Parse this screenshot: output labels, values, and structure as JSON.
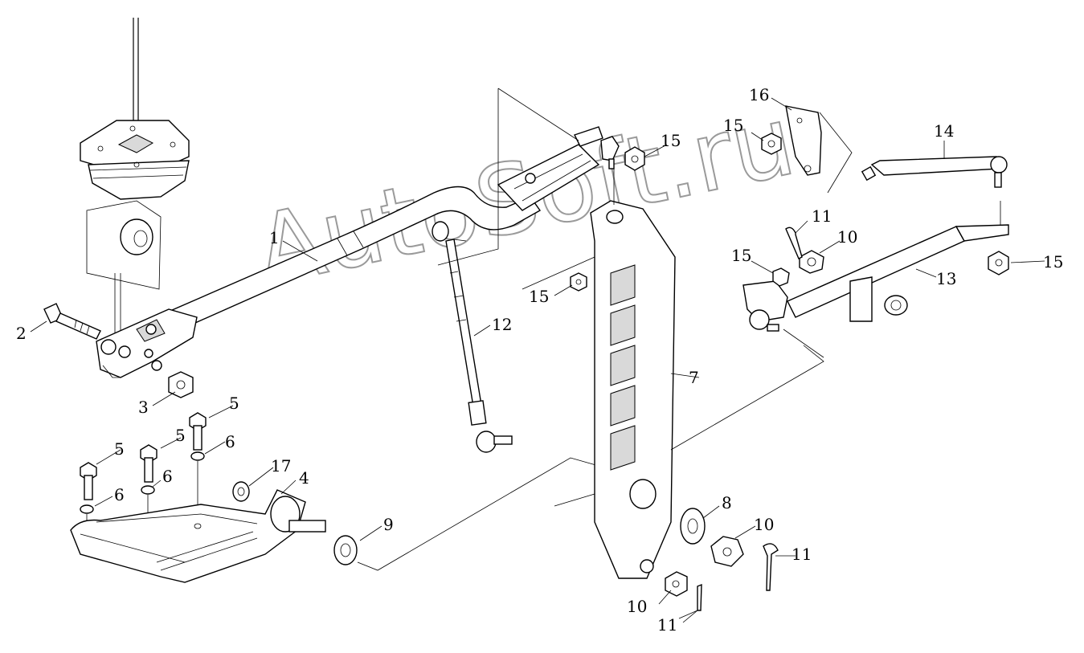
{
  "watermark": "AutoSoft.ru",
  "labels": [
    {
      "id": "c1",
      "text": "1"
    },
    {
      "id": "c2",
      "text": "2"
    },
    {
      "id": "c3",
      "text": "3"
    },
    {
      "id": "c4",
      "text": "4"
    },
    {
      "id": "c5a",
      "text": "5"
    },
    {
      "id": "c5b",
      "text": "5"
    },
    {
      "id": "c5c",
      "text": "5"
    },
    {
      "id": "c6a",
      "text": "6"
    },
    {
      "id": "c6b",
      "text": "6"
    },
    {
      "id": "c6c",
      "text": "6"
    },
    {
      "id": "c7",
      "text": "7"
    },
    {
      "id": "c8",
      "text": "8"
    },
    {
      "id": "c9",
      "text": "9"
    },
    {
      "id": "c10a",
      "text": "10"
    },
    {
      "id": "c10b",
      "text": "10"
    },
    {
      "id": "c10c",
      "text": "10"
    },
    {
      "id": "c11a",
      "text": "11"
    },
    {
      "id": "c11b",
      "text": "11"
    },
    {
      "id": "c11c",
      "text": "11"
    },
    {
      "id": "c12",
      "text": "12"
    },
    {
      "id": "c13",
      "text": "13"
    },
    {
      "id": "c14",
      "text": "14"
    },
    {
      "id": "c15a",
      "text": "15"
    },
    {
      "id": "c15b",
      "text": "15"
    },
    {
      "id": "c15c",
      "text": "15"
    },
    {
      "id": "c15d",
      "text": "15"
    },
    {
      "id": "c15e",
      "text": "15"
    },
    {
      "id": "c16",
      "text": "16"
    },
    {
      "id": "c17",
      "text": "17"
    }
  ]
}
